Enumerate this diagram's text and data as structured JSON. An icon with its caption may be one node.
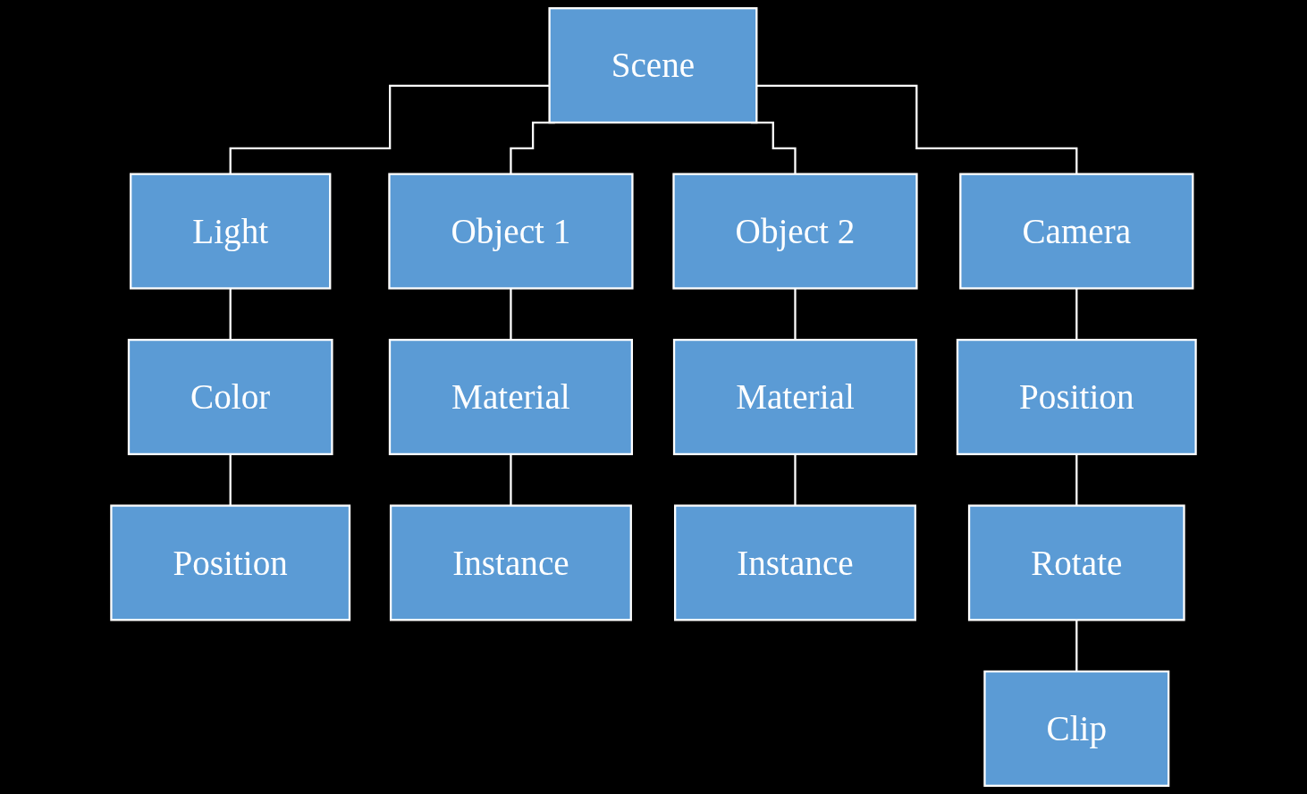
{
  "diagram": {
    "nodes": [
      {
        "text": [
          "Scene"
        ]
      },
      {
        "text": [
          "Light"
        ]
      },
      {
        "text": [
          "Object 1"
        ]
      },
      {
        "text": [
          "Object 2"
        ]
      },
      {
        "text": [
          "Camera"
        ]
      },
      {
        "text": [
          "Color"
        ]
      },
      {
        "text": [
          "Material"
        ]
      },
      {
        "text": [
          "Material"
        ]
      },
      {
        "text": [
          "Position"
        ]
      },
      {
        "text": [
          "Position"
        ]
      },
      {
        "text": [
          "Instance"
        ]
      },
      {
        "text": [
          "Instance"
        ]
      },
      {
        "text": [
          "Rotate"
        ]
      },
      {
        "text": [
          "Clip"
        ]
      }
    ],
    "edges": [
      {
        "from": 0,
        "to": 1,
        "arrow": "none"
      },
      {
        "from": 0,
        "to": 2,
        "arrow": "none"
      },
      {
        "from": 0,
        "to": 3,
        "arrow": "none"
      },
      {
        "from": 0,
        "to": 4,
        "arrow": "none"
      },
      {
        "from": 1,
        "to": 5,
        "arrow": "none"
      },
      {
        "from": 2,
        "to": 6,
        "arrow": "none"
      },
      {
        "from": 3,
        "to": 7,
        "arrow": "none"
      },
      {
        "from": 4,
        "to": 8,
        "arrow": "none"
      },
      {
        "from": 5,
        "to": 9,
        "arrow": "none"
      },
      {
        "from": 6,
        "to": 10,
        "arrow": "none"
      },
      {
        "from": 7,
        "to": 11,
        "arrow": "none"
      },
      {
        "from": 8,
        "to": 12,
        "arrow": "none"
      },
      {
        "from": 12,
        "to": 13,
        "arrow": "none"
      }
    ]
  }
}
